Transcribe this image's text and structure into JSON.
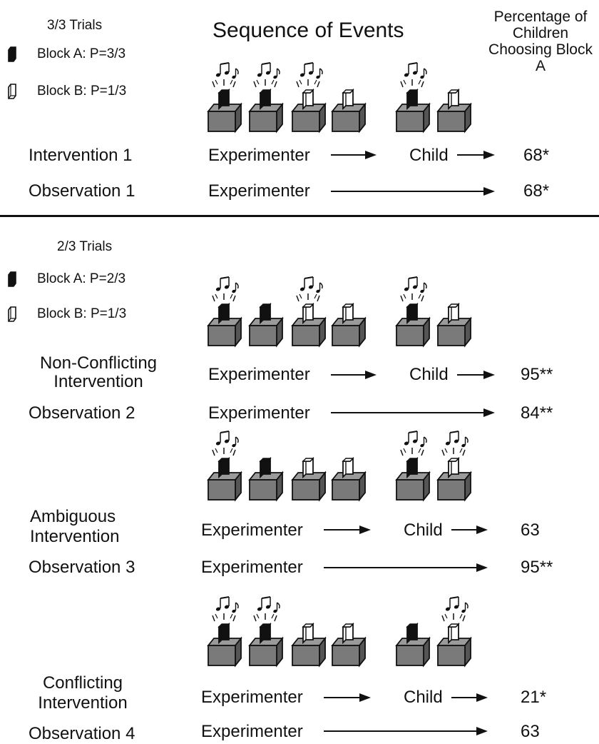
{
  "header": {
    "sequence_title": "Sequence of Events",
    "percentage_title": "Percentage of Children Choosing Block A"
  },
  "section1": {
    "trials_label": "3/3 Trials",
    "block_a": "Block A: P=3/3",
    "block_b": "Block B: P=1/3",
    "rows": [
      {
        "condition": "Intervention 1",
        "experimenter": "Experimenter",
        "child": "Child",
        "percentage": "68*"
      },
      {
        "condition": "Observation 1",
        "experimenter": "Experimenter",
        "percentage": "68*"
      }
    ]
  },
  "section2": {
    "trials_label": "2/3 Trials",
    "block_a": "Block A: P=2/3",
    "block_b": "Block B: P=1/3",
    "rows": [
      {
        "condition_line1": "Non-Conflicting",
        "condition_line2": "Intervention",
        "experimenter": "Experimenter",
        "child": "Child",
        "percentage": "95**"
      },
      {
        "condition": "Observation 2",
        "experimenter": "Experimenter",
        "percentage": "84**"
      },
      {
        "condition_line1": "Ambiguous",
        "condition_line2": "Intervention",
        "experimenter": "Experimenter",
        "child": "Child",
        "percentage": "63"
      },
      {
        "condition": "Observation 3",
        "experimenter": "Experimenter",
        "percentage": "95**"
      },
      {
        "condition_line1": "Conflicting",
        "condition_line2": "Intervention",
        "experimenter": "Experimenter",
        "child": "Child",
        "percentage": "21*"
      },
      {
        "condition": "Observation 4",
        "experimenter": "Experimenter",
        "percentage": "63"
      }
    ]
  },
  "icons": {
    "block_a": "filled-block-icon",
    "block_b": "hollow-block-icon",
    "machine": "detector-machine-icon",
    "music": "music-note-icon"
  },
  "colors": {
    "ink": "#111111",
    "machine_fill": "#7a7a7a",
    "machine_top": "#9a9a9a"
  },
  "sequences": [
    {
      "name": "sequence-3-3",
      "experimenter": [
        {
          "block": "A",
          "sound": true
        },
        {
          "block": "A",
          "sound": true
        },
        {
          "block": "B",
          "sound": true
        },
        {
          "block": "B",
          "sound": false
        }
      ],
      "child": [
        {
          "block": "A",
          "sound": true
        },
        {
          "block": "B",
          "sound": false
        }
      ]
    },
    {
      "name": "sequence-non-conflicting",
      "experimenter": [
        {
          "block": "A",
          "sound": true
        },
        {
          "block": "A",
          "sound": false
        },
        {
          "block": "B",
          "sound": true
        },
        {
          "block": "B",
          "sound": false
        }
      ],
      "child": [
        {
          "block": "A",
          "sound": true
        },
        {
          "block": "B",
          "sound": false
        }
      ]
    },
    {
      "name": "sequence-ambiguous",
      "experimenter": [
        {
          "block": "A",
          "sound": true
        },
        {
          "block": "A",
          "sound": false
        },
        {
          "block": "B",
          "sound": false
        },
        {
          "block": "B",
          "sound": false
        }
      ],
      "child": [
        {
          "block": "A",
          "sound": true
        },
        {
          "block": "B",
          "sound": true
        }
      ]
    },
    {
      "name": "sequence-conflicting",
      "experimenter": [
        {
          "block": "A",
          "sound": true
        },
        {
          "block": "A",
          "sound": true
        },
        {
          "block": "B",
          "sound": false
        },
        {
          "block": "B",
          "sound": false
        }
      ],
      "child": [
        {
          "block": "A",
          "sound": false
        },
        {
          "block": "B",
          "sound": true
        }
      ]
    }
  ]
}
